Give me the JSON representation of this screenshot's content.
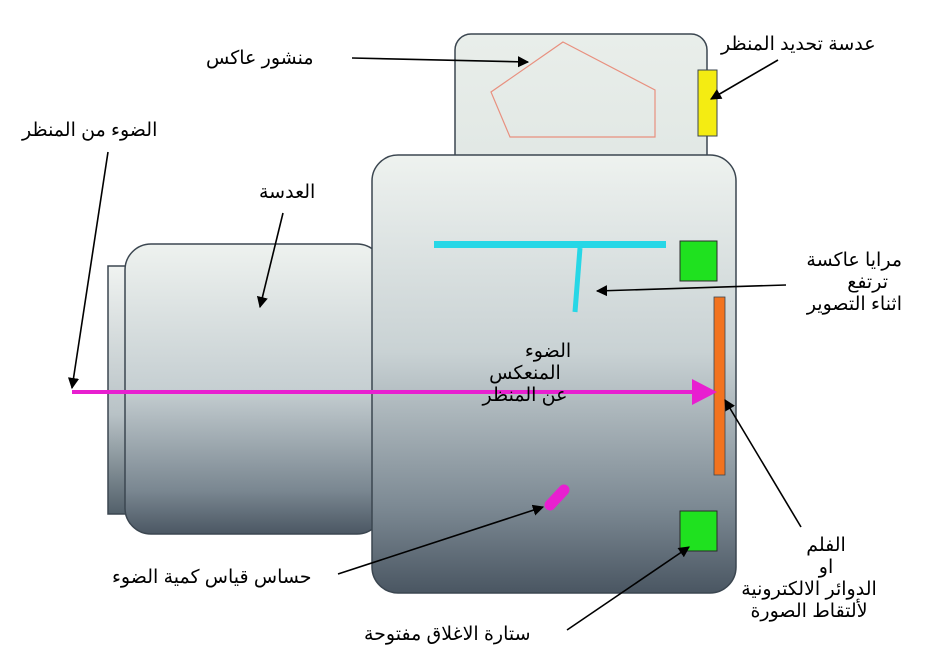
{
  "labels": {
    "prism": "منشور عاكس",
    "viewfinder_lens": "عدسة تحديد المنظر",
    "light_from_scene": "الضوء من المنظر",
    "lens": "العدسة",
    "mirrors": [
      "مرايا عاكسة",
      "ترتفع",
      "اثناء التصوير"
    ],
    "reflected_light": [
      "الضوء",
      "المنعكس",
      "عن المنظر"
    ],
    "light_meter": "حساس قياس كمية الضوء",
    "shutter": "ستارة الاغلاق مفتوحة",
    "film": [
      "الفلم",
      "او",
      "الدوائر الالكترونية",
      "لألتقاط الصورة"
    ]
  },
  "colors": {
    "light_ray": "#e81fd0",
    "mirror": "#27d7e6",
    "viewfinder_lens": "#f4ec12",
    "sensor_pad": "#1fe11f",
    "film": "#f2731f",
    "prism_outline": "#e8907f"
  }
}
